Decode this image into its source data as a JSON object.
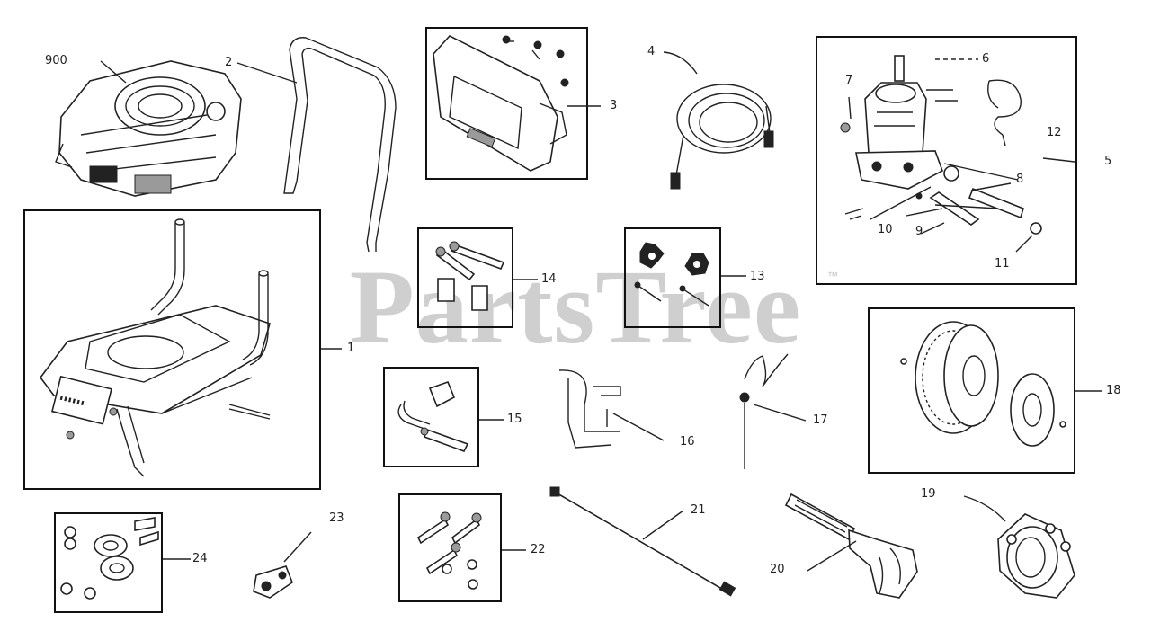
{
  "watermark": {
    "text": "PartsTree",
    "trademark": "™"
  },
  "callouts": {
    "c900": "900",
    "c2": "2",
    "c3": "3",
    "c4": "4",
    "c5": "5",
    "c6": "6",
    "c7": "7",
    "c8": "8",
    "c9": "9",
    "c10": "10",
    "c11": "11",
    "c12": "12",
    "c1": "1",
    "c13": "13",
    "c14": "14",
    "c15": "15",
    "c16": "16",
    "c17": "17",
    "c18": "18",
    "c19": "19",
    "c20": "20",
    "c21": "21",
    "c22": "22",
    "c23": "23",
    "c24": "24"
  },
  "colors": {
    "line": "#222222",
    "watermark": "#cfcfcf",
    "background": "#ffffff"
  }
}
